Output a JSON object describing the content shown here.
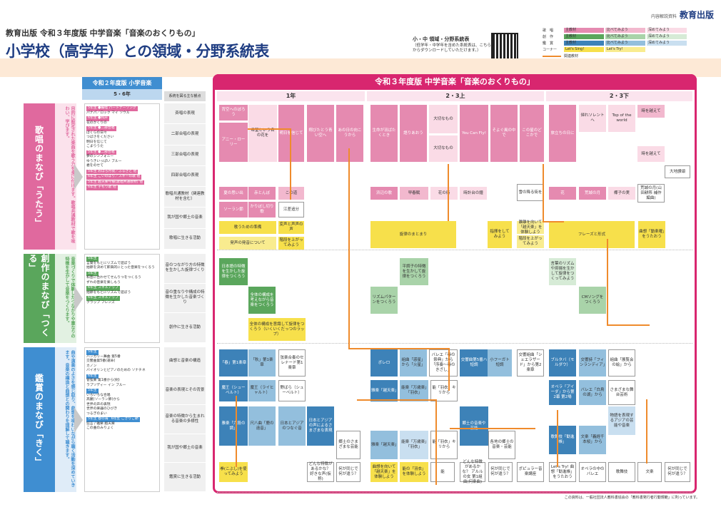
{
  "header": {
    "publisher_line": "教育出版 令和３年度版 中学音楽「音楽のおくりもの」",
    "title": "小学校（高学年）との領域・分野系統表",
    "brand_note": "内容解説資料",
    "brand": "教育出版",
    "download_title": "小・中 領域・分野系統表",
    "download_text": "（低学年・中学年を含めた系統表は、こちらからダウンロードしていただけます。）",
    "qr_icon": "qr-code-icon"
  },
  "legend": {
    "rows": [
      {
        "key": "歌　唱",
        "items": [
          "主教材",
          "比べてみよう",
          "深めてみよう"
        ]
      },
      {
        "key": "創　作",
        "items": [
          "主教材",
          "比べてみよう",
          "深めてみよう"
        ]
      },
      {
        "key": "鑑　賞",
        "items": [
          "主教材",
          "比べてみよう",
          "深めてみよう"
        ]
      },
      {
        "key": "コーナー",
        "items": [
          "Let's Sing!",
          "Let's Try!"
        ]
      }
    ],
    "link_label": "関連教材"
  },
  "prev": {
    "header": "令和２年度版 小学音楽",
    "sub": "5・6年"
  },
  "new": {
    "header": "令和３年度版 中学音楽「音楽のおくりもの」",
    "columns": [
      "1年",
      "2・3上",
      "2・3下"
    ]
  },
  "category_header": "系統を図る主な観点",
  "sections": [
    {
      "label": "歌唱のまなび「うたう」",
      "desc": "目的に設定された楽曲を歌う力を身に付けます。歌唱共通教材で歌を味わい、学びます。",
      "prev": [
        "5年生 ●輪唱 パートナーソング",
        "パナパ／ロック マイ ソウル",
        "6年生 ●和声",
        "花のかくりの",
        "5年生 ●二部合唱",
        "ぼくらの日々",
        "つばさをください",
        "明日を信じて",
        "こまりうた",
        "5年生 ●二部合唱",
        "夢のシンフォニー",
        "ゆうきいっぱい ブルー",
        "君をのせて",
        "5年生 おぼろ月夜／ふるさと 他",
        "6年生 こいのぼり／スキーの歌 他",
        "5年生 越天楽今様(歌唱共通教材) 他",
        "6年生 子もり歌 他"
      ],
      "cats": [
        "斉唱の表現",
        "二部合唱の表現",
        "三部合唱の表現",
        "四部合唱の表現",
        "歌唱共通教材（関連教材を含む）",
        "我が国や郷土の音楽",
        "歌唱に生きる活動"
      ]
    },
    {
      "label": "創作のまなび「つくる」",
      "desc": "音楽づくりで体験したつながりや重なりの特徴を生かして音楽をつくります。",
      "prev": [
        "5年生",
        "言葉をもとにリズムで遊ぼう",
        "拍節を決めて即興的にとった音楽をつくろう",
        "5年生",
        "和音に合わせてせんりつをつくろう",
        "ずれの音楽を楽しもう",
        "6年生 スキルアップ",
        "拍節をもとにリズムで遊ぼう",
        "6年生 スキルアップ",
        "クラップ フレンズ"
      ],
      "cats": [
        "音のつながり方の特徴を生かした旋律づくり",
        "音の重なりや構成の特徴を生かした音楽づくり",
        "創作に生きる活動"
      ]
    },
    {
      "label": "鑑賞のまなび「きく」",
      "desc": "曲や演奏のよさを感じ取り、曲想を味わいながら聴く活動を深めていきます。音楽の構造と曲想との関わりを理解して聴きます。",
      "prev": [
        "5年生",
        "ハンガリー舞曲 第5番",
        "交響曲第5番(運命)",
        "カノン",
        "バイオリンとピアノのための ソナチネ",
        "6年生",
        "管弦楽 第1番から(剣)",
        "ラプソディー イン ブルー",
        "5年生",
        "いろいろな合唱",
        "高麗(ソーラン節)から",
        "世界の声の表現",
        "世界の楽器のひびき",
        "つるぎのまい",
        "5年生 春の海",
        "6年生 こきりこ節",
        "狂言 / 雅楽 越天楽",
        "この曲のみりょく"
      ],
      "cats": [
        "曲想と音楽の構造",
        "音楽の表現とその背景",
        "音楽の特徴から生まれる音楽の多様性",
        "我が国や郷土の音楽",
        "鑑賞に生きる活動"
      ]
    }
  ],
  "singing": {
    "c1": [
      {
        "t": "背空へのぼろう",
        "k": "l1"
      },
      {
        "t": "アニー・ローリー",
        "k": "l1"
      },
      {
        "t": "希望という名の花を",
        "k": "l3"
      },
      {
        "t": "明日を信じて",
        "k": "l1"
      },
      {
        "t": "翔びたとう青い空へ",
        "k": "l1"
      },
      {
        "t": "あの日の向こうから",
        "k": "l1"
      },
      {
        "t": "夏の思い出",
        "k": "l1"
      },
      {
        "t": "赤とんぼ",
        "k": "l1"
      },
      {
        "t": "この道",
        "k": "l2"
      },
      {
        "t": "ソーラン節",
        "k": "l1"
      },
      {
        "t": "かりぼし切り歌",
        "k": "l1"
      },
      {
        "t": "江差追分",
        "k": "bd"
      },
      {
        "t": "歌うための準備",
        "k": "y1"
      },
      {
        "t": "発声の発音について",
        "k": "y2"
      },
      {
        "t": "変声と声声の声",
        "k": "y1"
      },
      {
        "t": "階段を上がってみよう",
        "k": "y1"
      }
    ],
    "c2": [
      {
        "t": "生命が羽ばたくとき",
        "k": "l1"
      },
      {
        "t": "語りあおう",
        "k": "l1"
      },
      {
        "t": "大切なもの",
        "k": "l3"
      },
      {
        "t": "大切なもの",
        "k": "l3"
      },
      {
        "t": "You Can Fly!",
        "k": "l1"
      },
      {
        "t": "そよぐ風の中で",
        "k": "l1"
      },
      {
        "t": "この星のどこかで",
        "k": "l1"
      },
      {
        "t": "浜辺の歌",
        "k": "l1"
      },
      {
        "t": "早春賦",
        "k": "l2"
      },
      {
        "t": "花の街",
        "k": "l3"
      },
      {
        "t": "時計台の鐘",
        "k": "l3"
      },
      {
        "t": "雪の降る街を",
        "k": "bd"
      },
      {
        "t": "旋律のまとまり",
        "k": "y1"
      },
      {
        "t": "指揮をしてみよう",
        "k": "y1"
      },
      {
        "t": "離離を向いて「越天楽」を体験しよう",
        "k": "y2"
      },
      {
        "t": "階段を上がってみよう",
        "k": "y2"
      }
    ],
    "c3": [
      {
        "t": "旅立ちの日に",
        "k": "l1"
      },
      {
        "t": "帰れソレントへ",
        "k": "l3"
      },
      {
        "t": "Top of the world",
        "k": "l3"
      },
      {
        "t": "時を越えて",
        "k": "l2"
      },
      {
        "t": "時を越えて",
        "k": "l3"
      },
      {
        "t": "大地讃頌",
        "k": "bd"
      },
      {
        "t": "花",
        "k": "l1"
      },
      {
        "t": "荒城の月",
        "k": "l1"
      },
      {
        "t": "椰子の実",
        "k": "l3"
      },
      {
        "t": "荒城の月(山田耕筰 補作編曲)",
        "k": "bd"
      },
      {
        "t": "フレーズと形式",
        "k": "y1"
      },
      {
        "t": "曲想「動楽曜」をうたおう",
        "k": "y1"
      }
    ]
  },
  "creative": {
    "c1": [
      {
        "t": "日本語の特徴を生かした旋律をつくろう",
        "k": "g1"
      },
      {
        "t": "全体の構成を考えながら音楽をつくろう",
        "k": "g1"
      },
      {
        "t": "全体の構成を意識して旋律をつくろう（いくいくだっつのラップ）",
        "k": "y1"
      }
    ],
    "c2": [
      {
        "t": "平調子の特徴を生かして旋律をつくろう",
        "k": "g2"
      },
      {
        "t": "リズムパターンをつくろう",
        "k": "g2"
      }
    ],
    "c3": [
      {
        "t": "言葉のリズムや抑揚を生かして旋律をつくってみよう",
        "k": "g3"
      },
      {
        "t": "CMソングをつくろう",
        "k": "g2"
      }
    ]
  },
  "appreciation": {
    "c1": [
      {
        "t": "「春」第1楽章",
        "k": "b1"
      },
      {
        "t": "「秋」第1楽章",
        "k": "b2"
      },
      {
        "t": "弦楽合奏のセレナード第1楽章",
        "k": "bd"
      },
      {
        "t": "魔王（シューベルト）",
        "k": "b1"
      },
      {
        "t": "魔王（ライヒャルト）",
        "k": "b2"
      },
      {
        "t": "野ばら（シューベルト）",
        "k": "bd"
      },
      {
        "t": "雅楽「六段の調」",
        "k": "b1"
      },
      {
        "t": "尺八曲「鹿の遠音」",
        "k": "b2"
      },
      {
        "t": "日本とアジアのつなぐ音",
        "k": "b2"
      },
      {
        "t": "日本とアジアの声によるさまざまな表現",
        "k": "b1"
      },
      {
        "t": "郷土のさまざまな芸能",
        "k": "bd"
      },
      {
        "t": "拳(こぶし)を使ってみよう",
        "k": "y1"
      },
      {
        "t": "どんな特徴があるかな？ 好きな声(仮称)",
        "k": "bd"
      },
      {
        "t": "何が同じで何が違う？",
        "k": "bd"
      }
    ],
    "c2": [
      {
        "t": "ボレロ",
        "k": "b1"
      },
      {
        "t": "組曲「惑星」から「火星」",
        "k": "b2"
      },
      {
        "t": "バレエ「春の祭典」から「序奏～春のきざし」",
        "k": "bd"
      },
      {
        "t": "交響曲第5番ハ短調",
        "k": "b1"
      },
      {
        "t": "小フーガト短調",
        "k": "b2"
      },
      {
        "t": "交響組曲「シェエラザード」から第2楽章",
        "k": "bd"
      },
      {
        "t": "雅楽「越天楽」",
        "k": "b1"
      },
      {
        "t": "能楽「万歳楽」「羽衣」",
        "k": "b2"
      },
      {
        "t": "能「羽衣」キリから",
        "k": "bd"
      },
      {
        "t": "郷土の音楽や芸能",
        "k": "b1"
      },
      {
        "t": "雅楽「越天楽」",
        "k": "b2"
      },
      {
        "t": "能楽「万歳楽」「羽衣」",
        "k": "b3"
      },
      {
        "t": "能「羽衣」キリから",
        "k": "bd"
      },
      {
        "t": "各地の郷土の音楽・芸能",
        "k": "bd"
      },
      {
        "t": "曲想を向いて「越天楽」を体験しよう",
        "k": "y1"
      },
      {
        "t": "能の「羽衣」を体験しよう",
        "k": "y1"
      },
      {
        "t": "能",
        "k": "bd"
      },
      {
        "t": "どんな特徴があるかな？ アルルの女 第1組曲(何楽曲)",
        "k": "bd"
      },
      {
        "t": "何が同じで何が違う？",
        "k": "bd"
      },
      {
        "t": "ポピュラー音楽講座",
        "k": "bd"
      }
    ],
    "c3": [
      {
        "t": "ブルタバ（モルダウ）",
        "k": "b1"
      },
      {
        "t": "交響詩「フィンランディア」",
        "k": "b2"
      },
      {
        "t": "組曲「展覧会の絵」から",
        "k": "bd"
      },
      {
        "t": "オペラ「アイーダ」から第2幕 第2場",
        "k": "b1"
      },
      {
        "t": "バレエ「白鳥の湖」から",
        "k": "b2"
      },
      {
        "t": "さまざまな舞台芸術",
        "k": "bd"
      },
      {
        "t": "物語を表現するアジアの芸能や音楽",
        "k": "b3"
      },
      {
        "t": "歌舞伎「勧進帳」",
        "k": "b1"
      },
      {
        "t": "文楽「義経千本桜」から",
        "k": "b2"
      },
      {
        "t": "Let's Try! 曲想「勧進帳」をうたおう",
        "k": "bd"
      },
      {
        "t": "オペラの中のバレエ",
        "k": "bd"
      },
      {
        "t": "歌舞伎",
        "k": "bd"
      },
      {
        "t": "文楽",
        "k": "bd"
      },
      {
        "t": "何が同じで何が違う？",
        "k": "bd"
      }
    ]
  },
  "footer": "この資料は、一般社団法人教科書協会の「教科書発行者行動規範」に則っています。",
  "colors": {
    "primary": "#d8266f",
    "navy": "#1f3d82",
    "sing": "#e0699e",
    "create": "#5aa65c",
    "listen": "#3f8ed1",
    "link": "#ef8b2c"
  }
}
